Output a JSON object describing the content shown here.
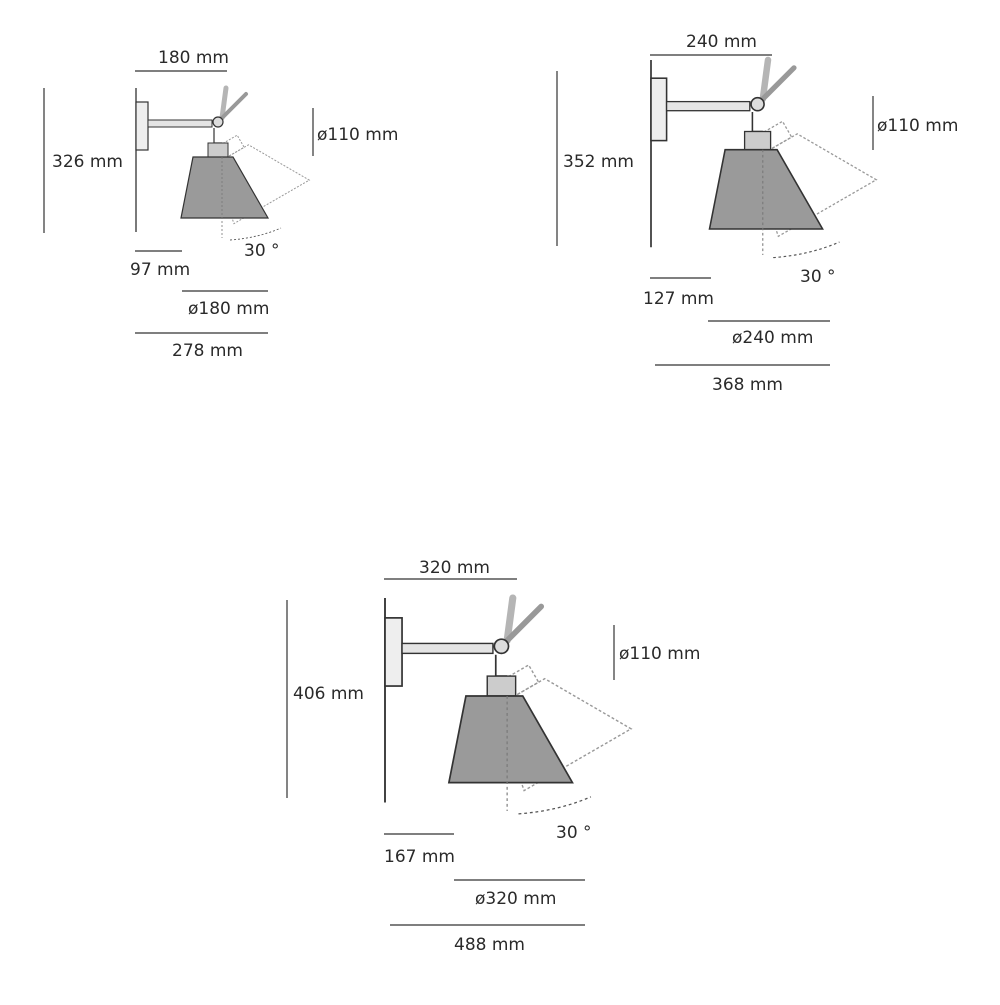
{
  "colors": {
    "line": "#333333",
    "shade": "#8a8a8a",
    "arm": "#b0b0b0",
    "ghost": "#9a9a9a"
  },
  "lamps": [
    {
      "width": "180 mm",
      "height": "326 mm",
      "bulb": "ø110 mm",
      "angle": "30 °",
      "projection": "97 mm",
      "shade_diameter": "ø180 mm",
      "depth": "278 mm"
    },
    {
      "width": "240 mm",
      "height": "352 mm",
      "bulb": "ø110 mm",
      "angle": "30 °",
      "projection": "127 mm",
      "shade_diameter": "ø240 mm",
      "depth": "368 mm"
    },
    {
      "width": "320 mm",
      "height": "406 mm",
      "bulb": "ø110 mm",
      "angle": "30 °",
      "projection": "167 mm",
      "shade_diameter": "ø320 mm",
      "depth": "488 mm"
    }
  ]
}
